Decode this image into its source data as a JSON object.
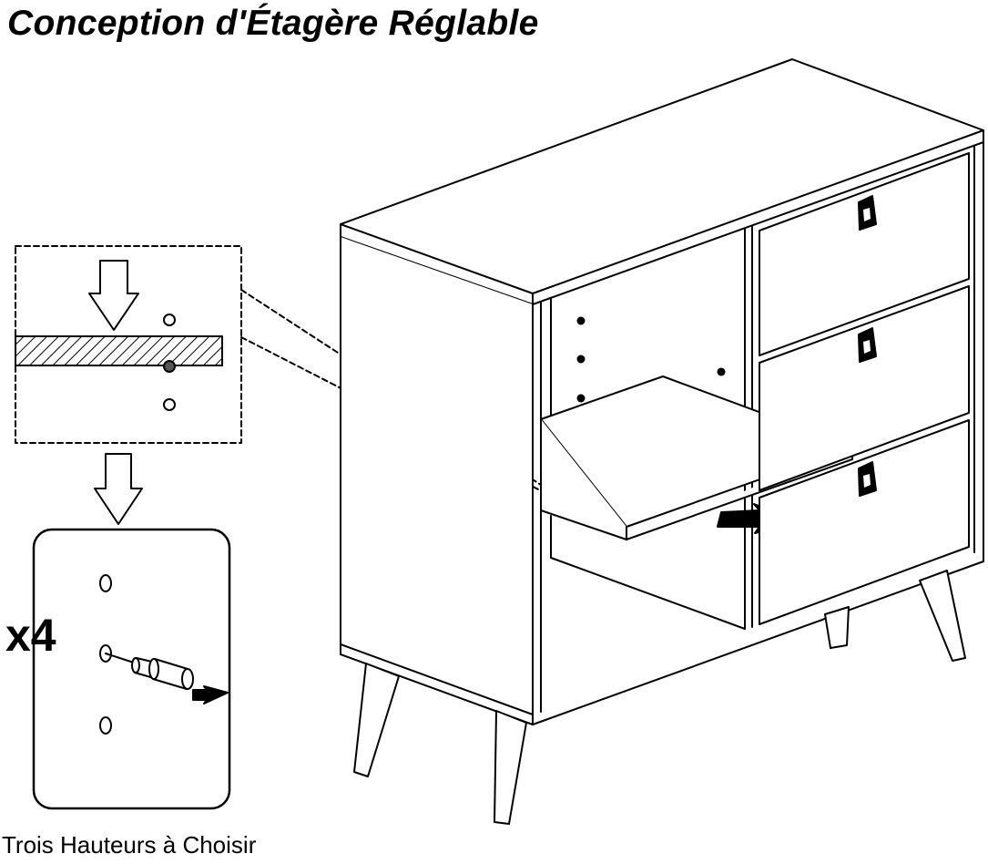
{
  "title": "Conception d'Étagère Réglable",
  "detail": {
    "quantity_label": "x4"
  },
  "caption": "Trois Hauteurs à Choisir"
}
